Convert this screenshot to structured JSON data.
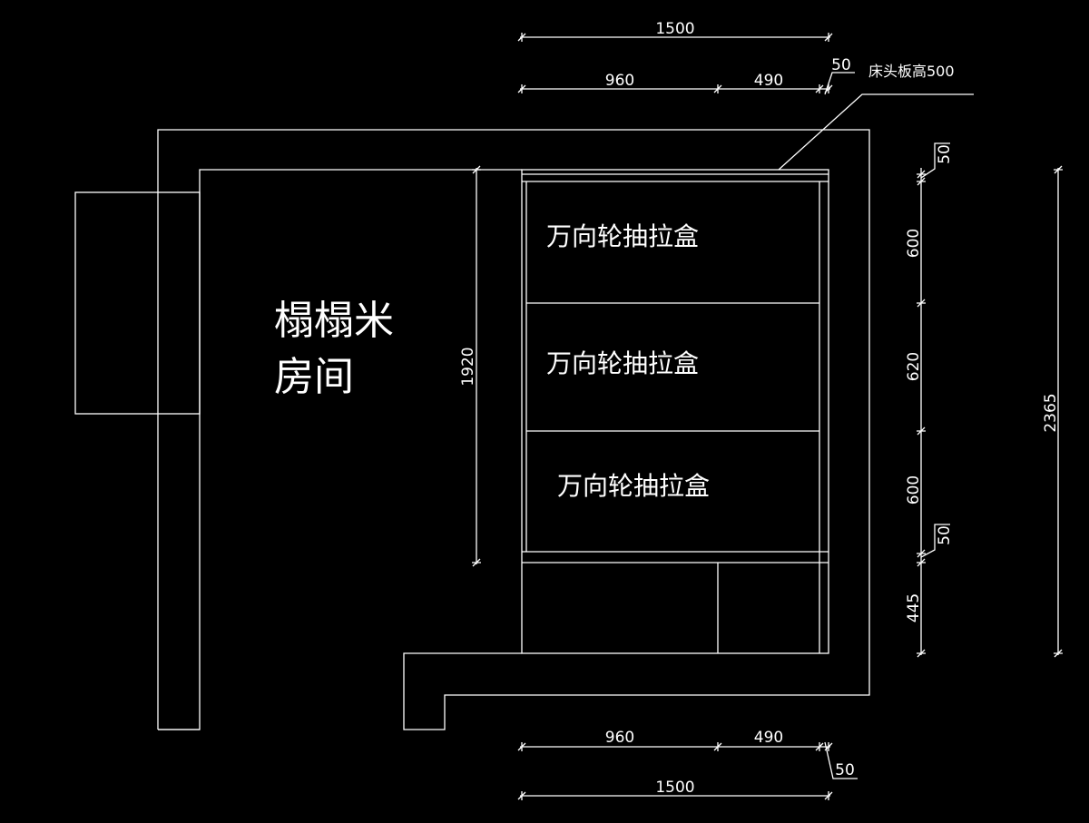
{
  "room": {
    "line1": "榻榻米",
    "line2": "房间"
  },
  "drawers": [
    {
      "label": "万向轮抽拉盒"
    },
    {
      "label": "万向轮抽拉盒"
    },
    {
      "label": "万向轮抽拉盒"
    }
  ],
  "headboard_note": "床头板高500",
  "dimensions": {
    "top_total": "1500",
    "top_left": "960",
    "top_right": "490",
    "top_end": "50",
    "bottom_left": "960",
    "bottom_right": "490",
    "bottom_end": "50",
    "bottom_total": "1500",
    "bed_length": "1920",
    "right_head": "50",
    "right_seg1": "600",
    "right_seg2": "620",
    "right_seg3": "600",
    "right_gap": "50",
    "right_foot": "445",
    "right_total": "2365"
  },
  "colors": {
    "background": "#000000",
    "line": "#ffffff"
  }
}
